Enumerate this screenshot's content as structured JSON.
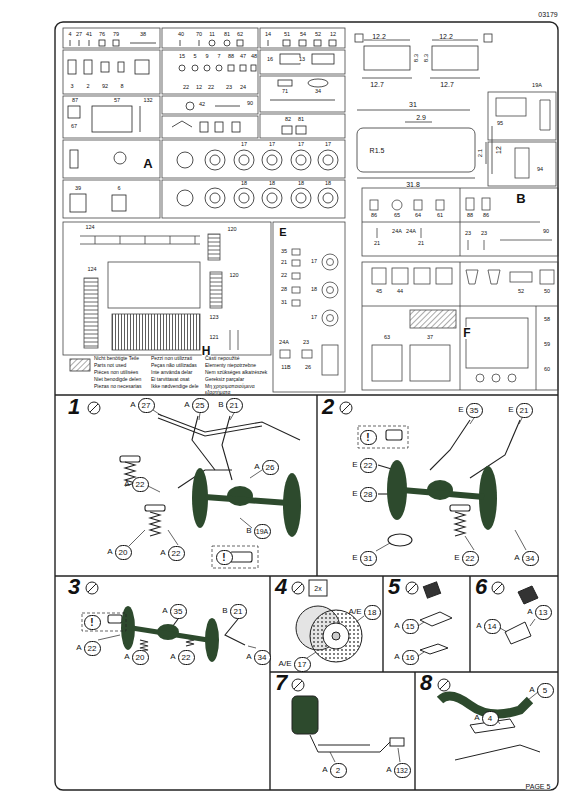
{
  "diagram": {
    "nodes": [
      {
        "text": [
          "1"
        ]
      },
      {
        "text": [
          "2"
        ]
      },
      {
        "text": [
          "3"
        ]
      },
      {
        "text": [
          "4"
        ]
      },
      {
        "text": [
          "5"
        ]
      },
      {
        "text": [
          "6"
        ]
      },
      {
        "text": [
          "7"
        ]
      },
      {
        "text": [
          "8"
        ]
      },
      {
        "text": [
          "A",
          "27"
        ],
        "in": 0
      },
      {
        "text": [
          "A",
          "25"
        ],
        "in": 0
      },
      {
        "text": [
          "B",
          "21"
        ],
        "in": 0
      },
      {
        "text": [
          "A",
          "26"
        ],
        "in": 0
      },
      {
        "text": [
          "A",
          "22"
        ],
        "in": 0
      },
      {
        "text": [
          "A",
          "20"
        ],
        "in": 0
      },
      {
        "text": [
          "A",
          "22"
        ],
        "in": 0
      },
      {
        "text": [
          "B",
          "19A"
        ],
        "in": 0
      },
      {
        "text": [
          "!"
        ],
        "in": 0
      },
      {
        "text": [
          "E",
          "35"
        ],
        "in": 1
      },
      {
        "text": [
          "E",
          "21"
        ],
        "in": 1
      },
      {
        "text": [
          "!"
        ],
        "in": 1
      },
      {
        "text": [
          "E",
          "22"
        ],
        "in": 1
      },
      {
        "text": [
          "E",
          "28"
        ],
        "in": 1
      },
      {
        "text": [
          "E",
          "31"
        ],
        "in": 1
      },
      {
        "text": [
          "E",
          "22"
        ],
        "in": 1
      },
      {
        "text": [
          "A",
          "34"
        ],
        "in": 1
      },
      {
        "text": [
          "!"
        ],
        "in": 2
      },
      {
        "text": [
          "A",
          "35"
        ],
        "in": 2
      },
      {
        "text": [
          "B",
          "21"
        ],
        "in": 2
      },
      {
        "text": [
          "A",
          "22"
        ],
        "in": 2
      },
      {
        "text": [
          "A",
          "20"
        ],
        "in": 2
      },
      {
        "text": [
          "A",
          "22"
        ],
        "in": 2
      },
      {
        "text": [
          "A",
          "34"
        ],
        "in": 2
      },
      {
        "text": [
          "A/E",
          "18"
        ],
        "in": 3
      },
      {
        "text": [
          "A/E",
          "17"
        ],
        "in": 3
      },
      {
        "text": [
          "A",
          "15"
        ],
        "in": 4
      },
      {
        "text": [
          "A",
          "16"
        ],
        "in": 4
      },
      {
        "text": [
          "A",
          "14"
        ],
        "in": 5
      },
      {
        "text": [
          "A",
          "13"
        ],
        "in": 5
      },
      {
        "text": [
          "A",
          "2"
        ],
        "in": 6
      },
      {
        "text": [
          "A",
          "132"
        ],
        "in": 6
      },
      {
        "text": [
          "A",
          "5"
        ],
        "in": 7
      },
      {
        "text": [
          "A",
          "4"
        ],
        "in": 7
      }
    ],
    "labels": [
      "03179",
      "PAGE 5",
      "A",
      "B",
      "E",
      "F",
      "H",
      "12.2",
      "12.2",
      "8.3",
      "8.3",
      "12.7",
      "12.7",
      "31",
      "2.9",
      "R1.5",
      "12",
      "2.1",
      "31.8",
      "4",
      "27",
      "41",
      "76",
      "79",
      "38",
      "40",
      "70",
      "11",
      "81",
      "62",
      "14",
      "51",
      "54",
      "52",
      "12",
      "3",
      "2",
      "92",
      "8",
      "15",
      "5",
      "9",
      "7",
      "88",
      "47",
      "48",
      "22",
      "12",
      "22",
      "23",
      "24",
      "87",
      "57",
      "132",
      "42",
      "90",
      "16",
      "13",
      "71",
      "34",
      "82",
      "81",
      "67",
      "39",
      "6",
      "17",
      "17",
      "17",
      "17",
      "18",
      "18",
      "18",
      "18",
      "95",
      "19A",
      "94",
      "86",
      "65",
      "64",
      "61",
      "88",
      "86",
      "21",
      "24A",
      "24A",
      "21",
      "23",
      "23",
      "90",
      "45",
      "44",
      "52",
      "50",
      "63",
      "37",
      "58",
      "59",
      "60",
      "35",
      "21",
      "22",
      "28",
      "31",
      "17",
      "18",
      "17",
      "24A",
      "23",
      "11B",
      "26",
      "124",
      "120",
      "124",
      "120",
      "123",
      "121",
      "2x"
    ],
    "legend": [
      {
        "text": "Nicht benötigte Teile"
      },
      {
        "text": "Parts not used"
      },
      {
        "text": "Pièces non utilisées"
      },
      {
        "text": "Niet benodigde delen"
      },
      {
        "text": "Piezas no necesarias"
      },
      {
        "text": "Pezzi non utilizzati"
      },
      {
        "text": "Peças não utilizadas"
      },
      {
        "text": "Inte använda delar"
      },
      {
        "text": "Ei tarvittavat osat"
      },
      {
        "text": "Ikke nødvendige dele"
      },
      {
        "text": "Části nepoužité"
      },
      {
        "text": "Elementy niepotrzebne"
      },
      {
        "text": "Nem szükséges alkatrészek"
      },
      {
        "text": "Gereksiz parçalar"
      },
      {
        "text": "Μη χρησιμοποιούμενα εξαρτήματα"
      }
    ]
  }
}
